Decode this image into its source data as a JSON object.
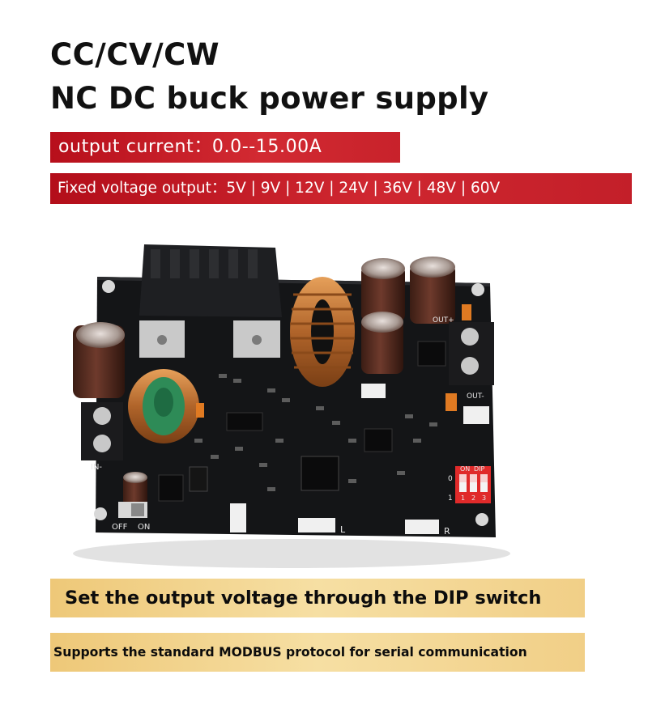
{
  "heading": {
    "line1": "CC/CV/CW",
    "line2": "NC DC buck power supply"
  },
  "banners": {
    "current": "output current：0.0--15.00A",
    "voltage": "Fixed voltage output：5V | 9V | 12V | 24V | 36V | 48V | 60V"
  },
  "board": {
    "labels": {
      "in_minus": "IN-",
      "out_plus": "OUT+",
      "out_minus": "OUT-",
      "off": "OFF",
      "on": "ON",
      "dip_on": "ON",
      "dip": "DIP",
      "dip_1": "1",
      "dip_2": "2",
      "dip_3": "3",
      "dip_0": "0",
      "dip_1_side": "1",
      "left": "L",
      "right": "R"
    },
    "colors": {
      "pcb": "#141517",
      "switch": "#e02a2a",
      "toroid_copper": "#c87a3a",
      "choke_green": "#2e8b57"
    }
  },
  "features": {
    "dip_note": "Set the output voltage through the DIP switch",
    "modbus_note": "Supports the standard MODBUS protocol for serial communication"
  }
}
